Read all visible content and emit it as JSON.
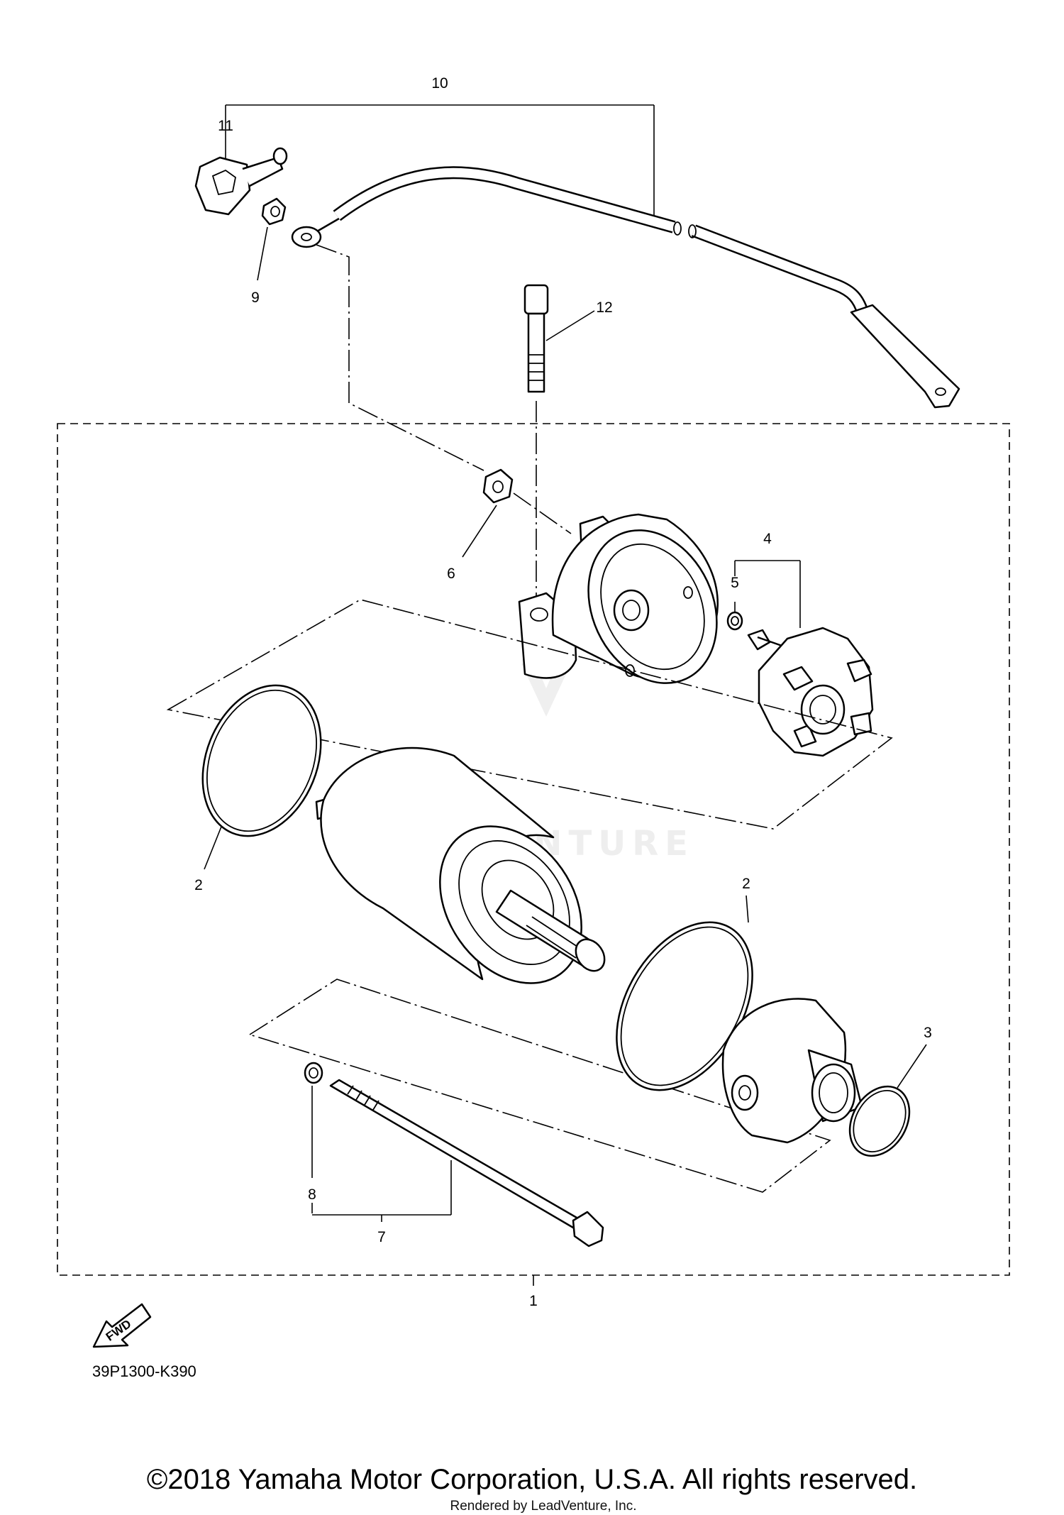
{
  "callouts": {
    "c1": "1",
    "c2a": "2",
    "c2b": "2",
    "c3": "3",
    "c4": "4",
    "c5": "5",
    "c6": "6",
    "c7": "7",
    "c8": "8",
    "c9": "9",
    "c10": "10",
    "c11": "11",
    "c12": "12"
  },
  "fwd_label": "FWD",
  "diagram_code": "39P1300-K390",
  "watermark_text": "LEADVENTURE",
  "copyright": "©2018 Yamaha Motor Corporation, U.S.A. All rights reserved.",
  "rendered_by": "Rendered by LeadVenture, Inc."
}
